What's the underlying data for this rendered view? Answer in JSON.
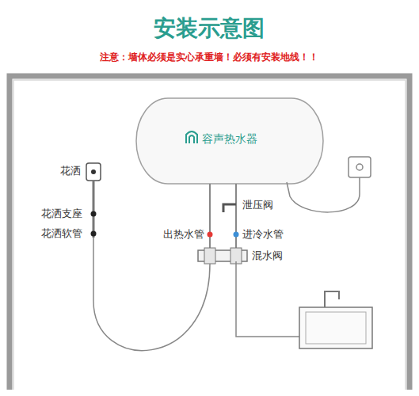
{
  "diagram": {
    "title": "安装示意图",
    "nodes": [
      {
        "text": [
          "容声热水器"
        ]
      }
    ],
    "labels": [
      "注意：墙体必须是实心承重墙！必须有安装地线！！",
      "花洒",
      "花洒支座",
      "花洒软管",
      "泄压阀",
      "出热水管",
      "进冷水管",
      "混水阀"
    ]
  }
}
